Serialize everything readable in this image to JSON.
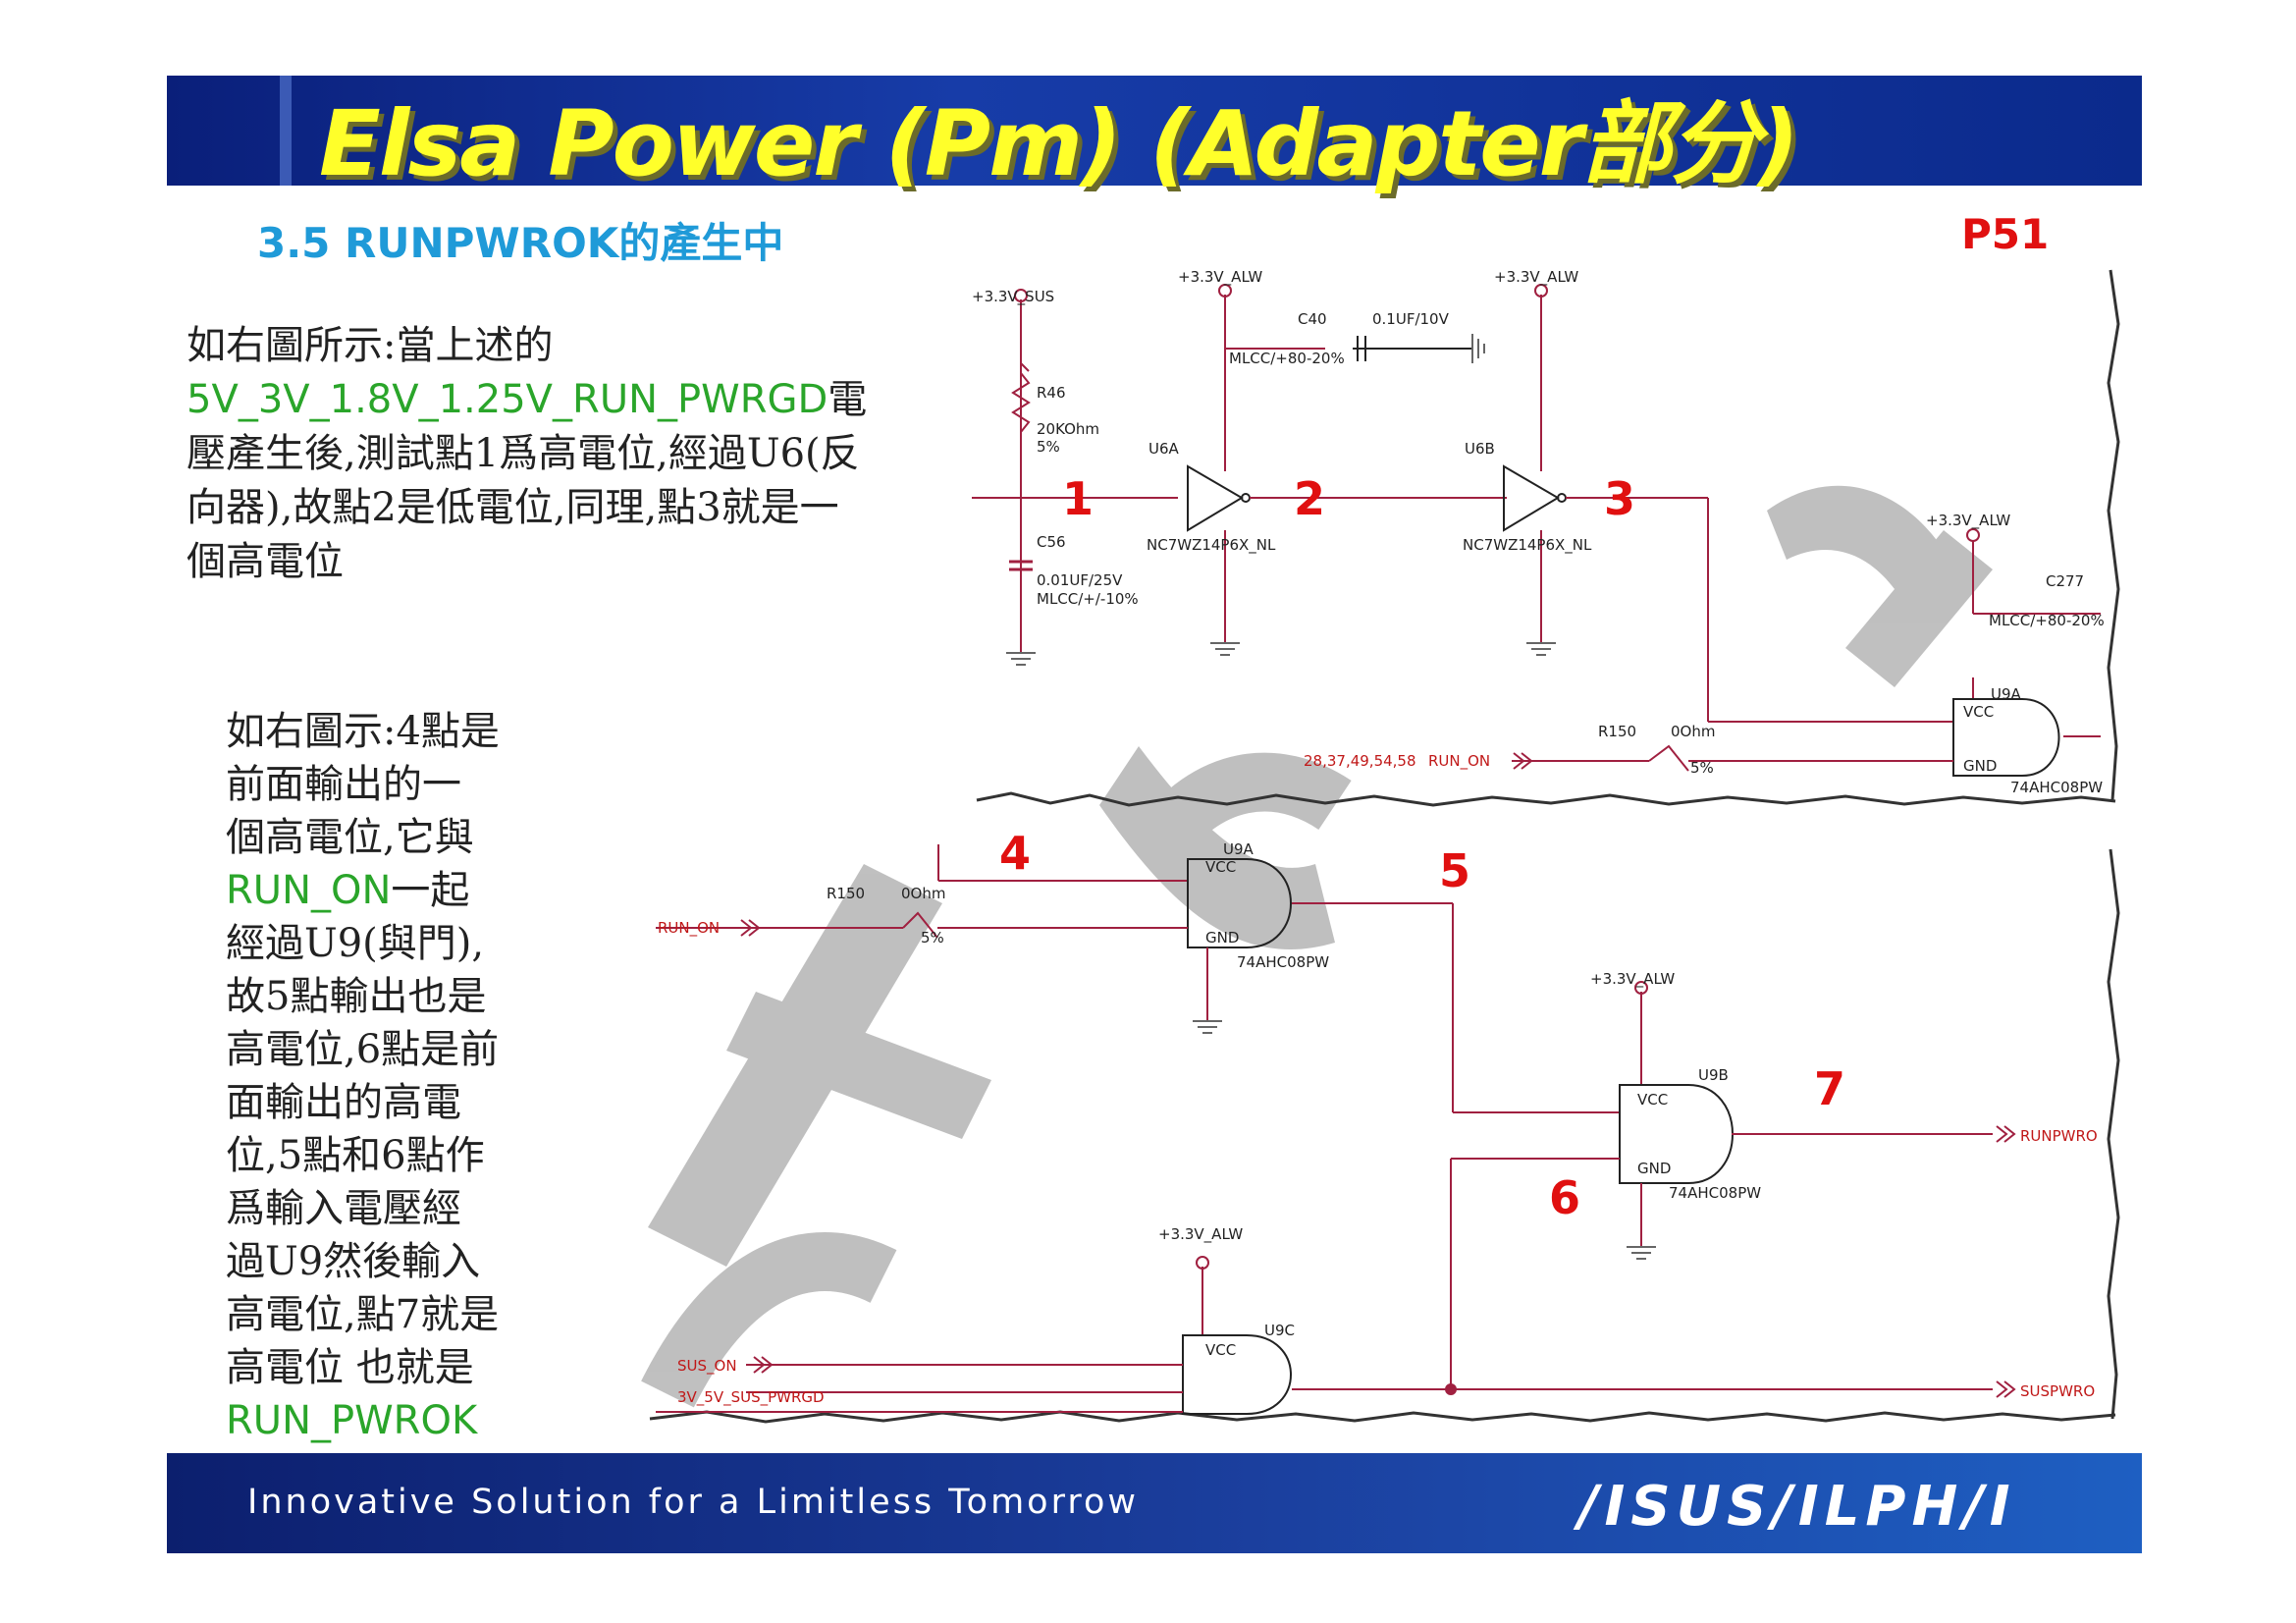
{
  "header": {
    "title": "Elsa Power  (Pm) (Adapter部分)",
    "subtitle": "3.5 RUNPWROK的產生中",
    "page_number": "P51"
  },
  "text_blocks": {
    "first": {
      "l1": "如右圖所示:當上述的",
      "l2": "5V_3V_1.8V_1.25V_RUN_PWRGD",
      "l2b": "電",
      "l3": "壓產生後,測試點1爲高電位,經過U6(反",
      "l4": "向器),故點2是低電位,同理,點3就是一",
      "l5": "個高電位"
    },
    "second": {
      "l1": "如右圖示:4點是",
      "l2": "前面輸出的一",
      "l3": "個高電位,它與",
      "l4": "RUN_ON",
      "l4b": "一起",
      "l5": "經過U9(與門),",
      "l6": "故5點輸出也是",
      "l7": "高電位,6點是前",
      "l8": "面輸出的高電",
      "l9": "位,5點和6點作",
      "l10": "爲輸入電壓經",
      "l11": "過U9然後輸入",
      "l12": "高電位,點7就是",
      "l13": "高電位 也就是",
      "l14": "RUN_PWROK"
    }
  },
  "schematic_top": {
    "rail_sus": "+3.3V_SUS",
    "rail_alw_1": "+3.3V_ALW",
    "rail_alw_2": "+3.3V_ALW",
    "rail_alw_3": "+3.3V_ALW",
    "r46": "R46",
    "r46_val": "20KOhm",
    "r46_tol": "5%",
    "c56": "C56",
    "c56_val": "0.01UF/25V",
    "c56_type": "MLCC/+/-10%",
    "c40": "C40",
    "c40_val": "0.1UF/10V",
    "c40_type": "MLCC/+80-20%",
    "u6a": "U6A",
    "u6b": "U6B",
    "u6a_part": "NC7WZ14P6X_NL",
    "u6b_part": "NC7WZ14P6X_NL",
    "c277": "C277",
    "c277_type": "MLCC/+80-20%",
    "u9a": "U9A",
    "u9a_part": "74AHC08PW",
    "r150": "R150",
    "r150_val": "0Ohm",
    "r150_tol": "5%",
    "run_on_pages": "28,37,49,54,58",
    "run_on": "RUN_ON",
    "vcc": "VCC",
    "gnd": "GND",
    "point1": "1",
    "point2": "2",
    "point3": "3"
  },
  "schematic_bottom": {
    "u9a": "U9A",
    "u9a_part": "74AHC08PW",
    "r150": "R150",
    "r150_val": "0Ohm",
    "r150_tol": "5%",
    "run_on": "RUN_ON",
    "rail_alw_1": "+3.3V_ALW",
    "rail_alw_2": "+3.3V_ALW",
    "u9b": "U9B",
    "u9b_part": "74AHC08PW",
    "u9c": "U9C",
    "runpwrok": "RUNPWRO",
    "suspwrok": "SUSPWRO",
    "sus_on": "SUS_ON",
    "sus_pwrgd": "3V_5V_SUS_PWRGD",
    "vcc": "VCC",
    "gnd": "GND",
    "point4": "4",
    "point5": "5",
    "point6": "6",
    "point7": "7"
  },
  "watermark": "CT-Ja",
  "footer": {
    "tagline": "Innovative Solution for a Limitless Tomorrow",
    "logo": "/ISUS/ILPH/I"
  },
  "colors": {
    "banner": "#173ca8",
    "title": "#ffff2a",
    "subtitle": "#1f9ad8",
    "points": "#e01010",
    "highlight_green": "#2aa52a",
    "wire": "#a02040"
  }
}
